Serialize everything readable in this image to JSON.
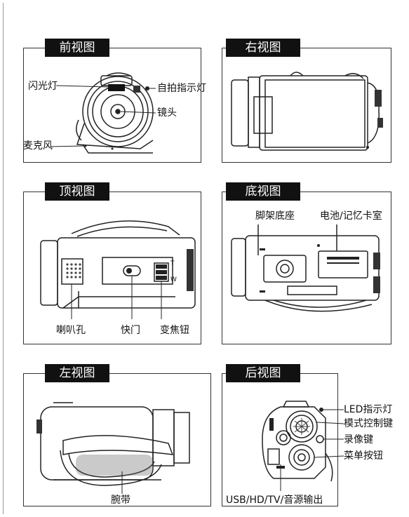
{
  "views": {
    "front": {
      "title": "前视图",
      "labels": {
        "flash": "闪光灯",
        "self_timer_lamp": "自拍指示灯",
        "lens": "镜头",
        "microphone": "麦克风"
      }
    },
    "right": {
      "title": "右视图"
    },
    "top": {
      "title": "顶视图",
      "labels": {
        "speaker": "喇叭孔",
        "shutter": "快门",
        "zoom": "变焦钮"
      },
      "zoom_marks": {
        "t": "T",
        "w": "W"
      }
    },
    "bottom": {
      "title": "底视图",
      "labels": {
        "tripod": "脚架底座",
        "battery": "电池/记忆卡室"
      }
    },
    "left": {
      "title": "左视图",
      "labels": {
        "strap": "腕带"
      }
    },
    "back": {
      "title": "后视图",
      "labels": {
        "led": "LED指示灯",
        "mode_dial": "模式控制键",
        "record": "录像键",
        "menu": "菜单按钮",
        "ports": "USB/HD/TV/音源输出"
      }
    }
  }
}
